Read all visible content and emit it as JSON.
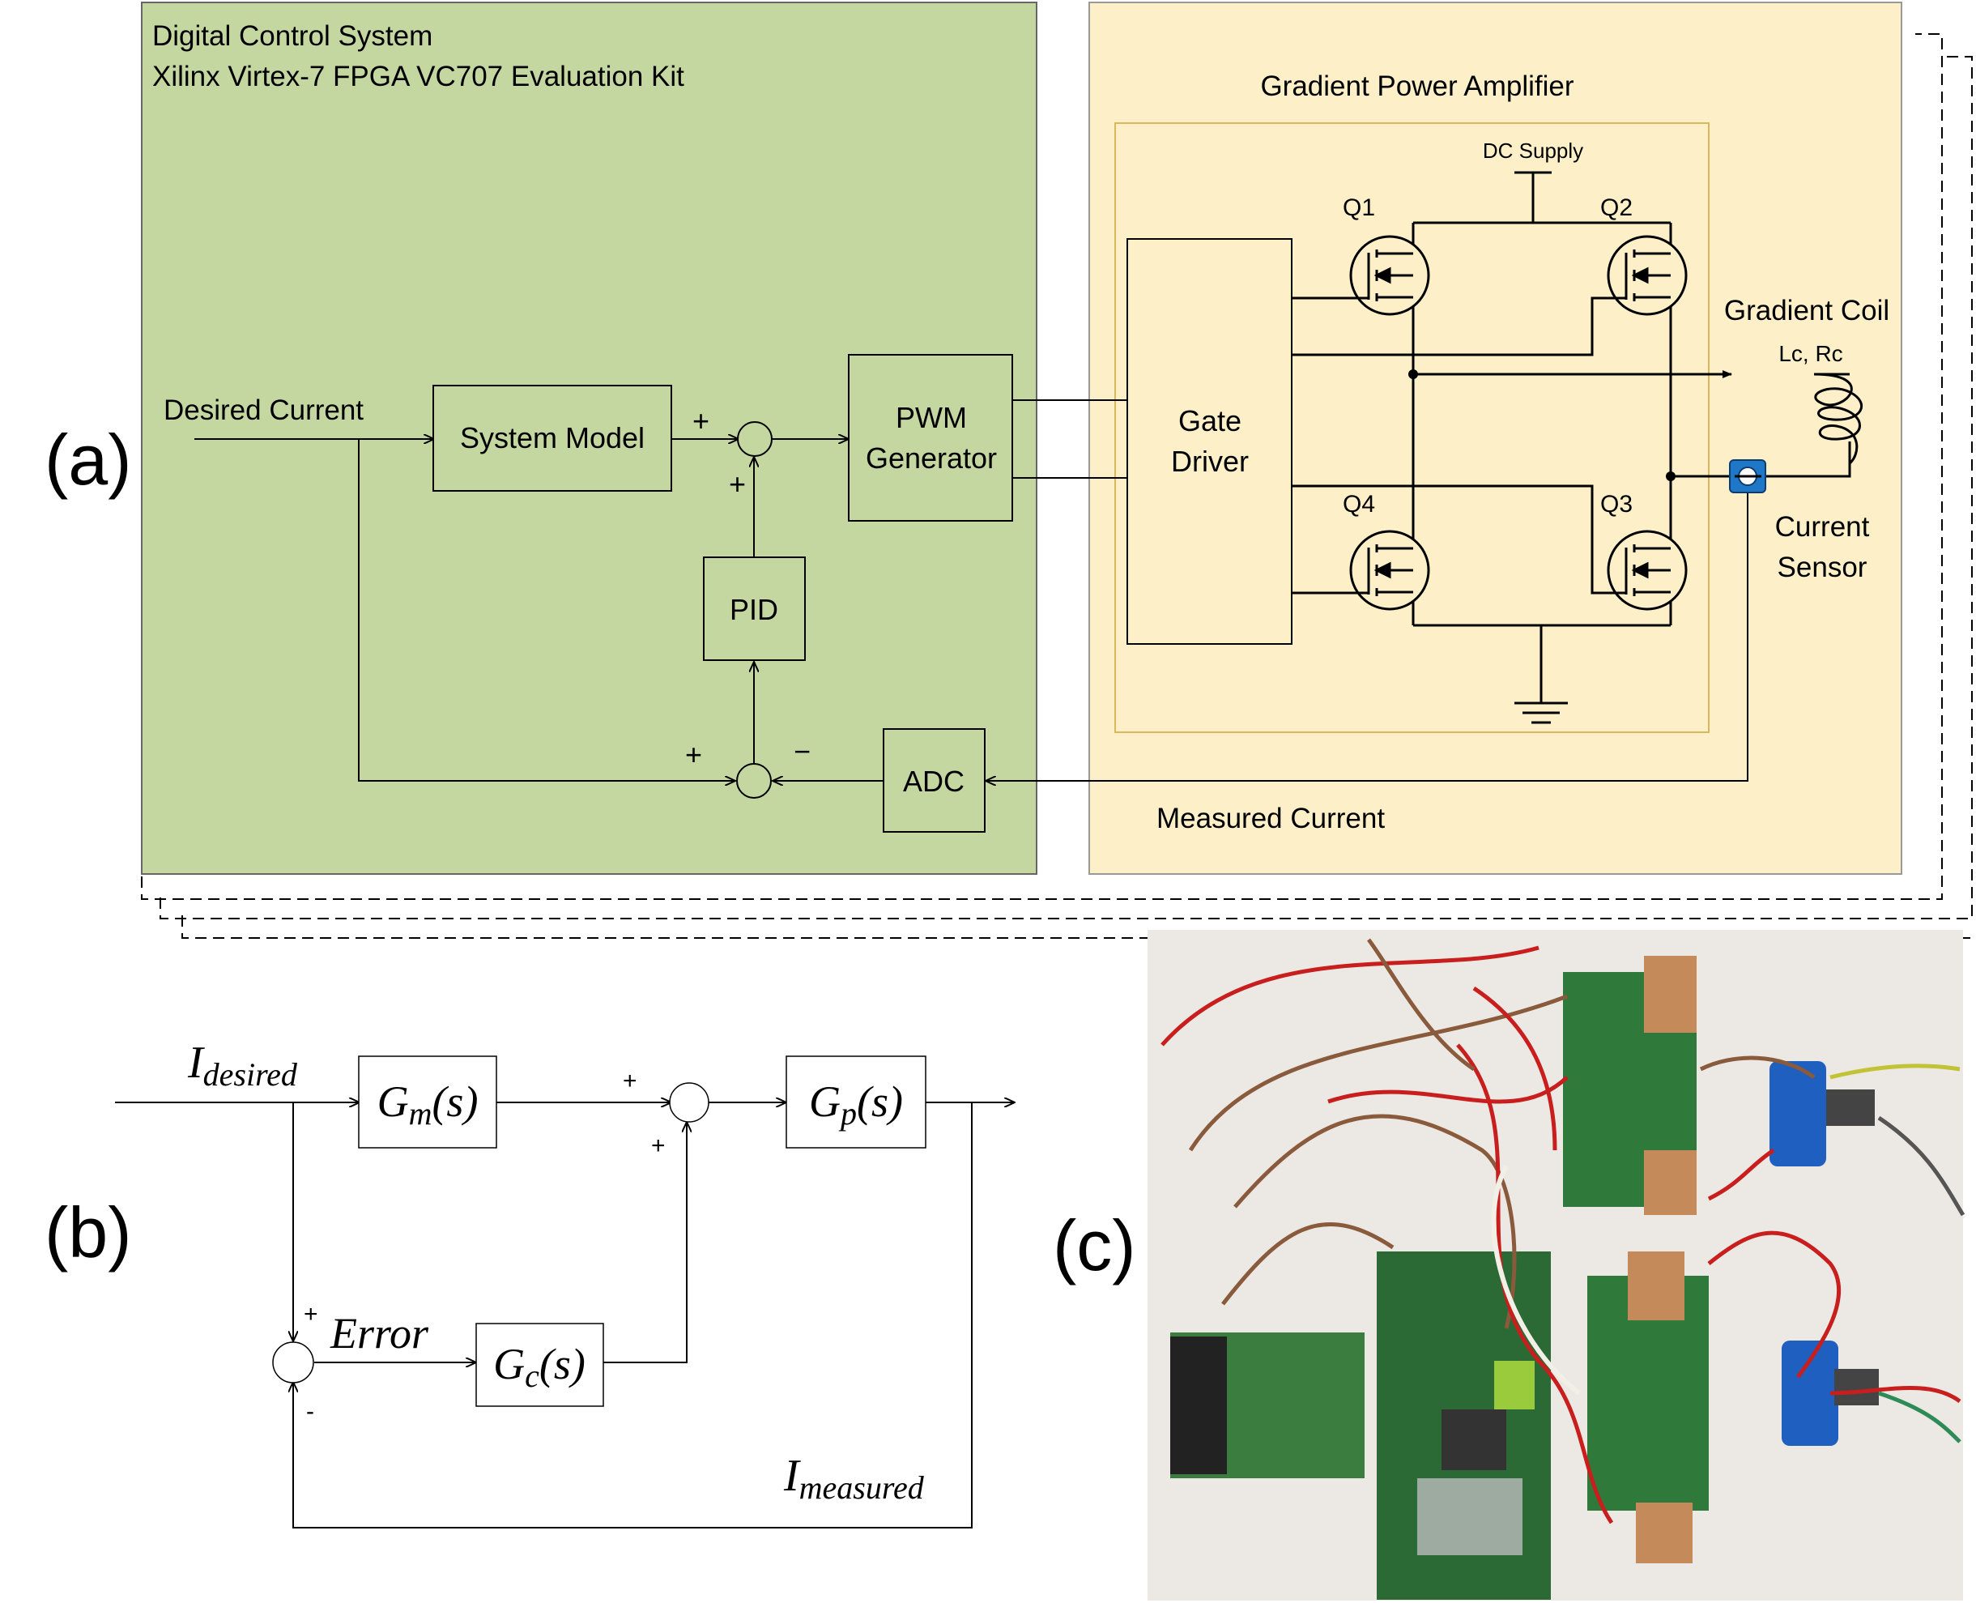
{
  "panel_labels": {
    "a": "(a)",
    "b": "(b)",
    "c": "(c)"
  },
  "colors": {
    "control_fill": "#c4d7a0",
    "amplifier_fill": "#fdf0c8",
    "amplifier_inner_border": "#e0c060",
    "sensor_blue": "#1f77c8",
    "line": "#000000",
    "photo_background": "#ece9e4",
    "pcb_green": "#2f7a3a",
    "wire_red": "#c81e1e",
    "wire_brown": "#8a5a3c"
  },
  "diagram_a": {
    "control_title_1": "Digital Control System",
    "control_title_2": "Xilinx Virtex-7 FPGA VC707 Evaluation Kit",
    "desired_current": "Desired Current",
    "system_model": "System Model",
    "pwm_1": "PWM",
    "pwm_2": "Generator",
    "pid": "PID",
    "adc": "ADC",
    "plus": "+",
    "minus": "−",
    "amp_title": "Gradient Power Amplifier",
    "dc_supply": "DC Supply",
    "gate_1": "Gate",
    "gate_2": "Driver",
    "q1": "Q1",
    "q2": "Q2",
    "q3": "Q3",
    "q4": "Q4",
    "coil_title": "Gradient Coil",
    "coil_params": "Lc, Rc",
    "sensor_1": "Current",
    "sensor_2": "Sensor",
    "measured_current": "Measured Current"
  },
  "diagram_b": {
    "i_desired_main": "I",
    "i_desired_sub": "desired",
    "gm_main": "G",
    "gm_sub": "m",
    "gm_arg": "(s)",
    "gp_main": "G",
    "gp_sub": "p",
    "gp_arg": "(s)",
    "gc_main": "G",
    "gc_sub": "c",
    "gc_arg": "(s)",
    "error": "Error",
    "i_measured_main": "I",
    "i_measured_sub": "measured",
    "plus": "+",
    "minus": "-"
  }
}
